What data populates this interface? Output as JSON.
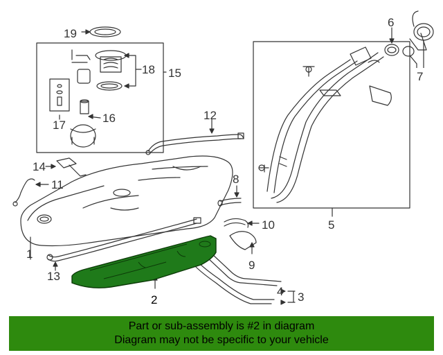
{
  "callouts": {
    "c1": "1",
    "c2": "2",
    "c3": "3",
    "c4": "4",
    "c5": "5",
    "c6": "6",
    "c7": "7",
    "c8": "8",
    "c9": "9",
    "c10": "10",
    "c11": "11",
    "c12": "12",
    "c13": "13",
    "c14": "14",
    "c15": "15",
    "c16": "16",
    "c17": "17",
    "c18": "18",
    "c19": "19"
  },
  "notice": {
    "line1": "Part or sub-assembly is #2 in diagram",
    "line2": "Diagram may not be specific to your vehicle"
  },
  "colors": {
    "highlight_part": "#1f7a1a",
    "notice_bg": "#2e8a0e"
  }
}
